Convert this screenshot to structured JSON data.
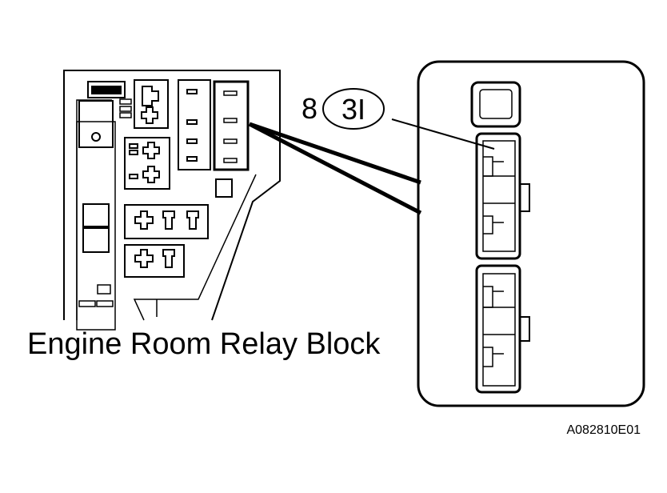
{
  "diagram": {
    "block_label": "Engine Room Relay Block",
    "callout": {
      "pin_number": "8",
      "connector_code": "3I"
    },
    "figure_id": "A082810E01"
  },
  "colors": {
    "line": "#000000",
    "background": "#ffffff"
  }
}
